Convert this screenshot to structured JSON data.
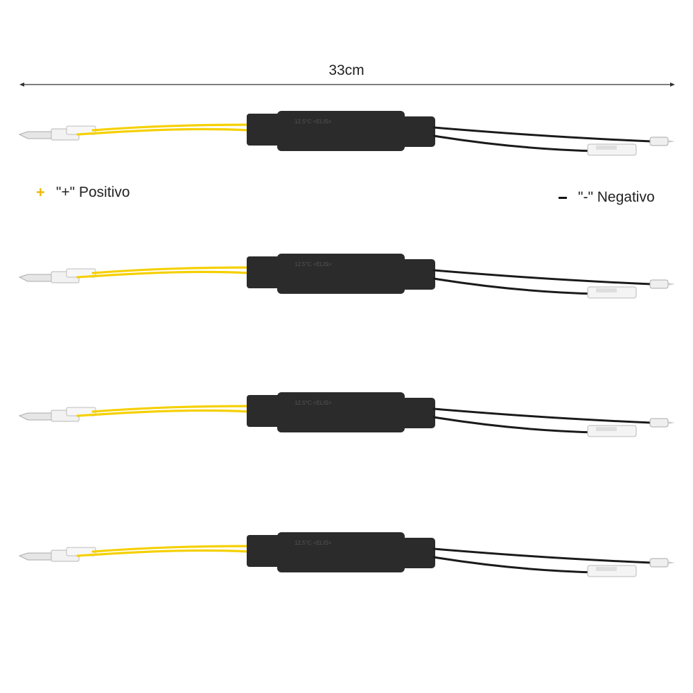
{
  "dimension": {
    "label": "33cm"
  },
  "legend": {
    "positive_label": "\"+\" Positivo",
    "negative_label": "\"-\" Negativo"
  },
  "colors": {
    "positive_wire": "#f5d000",
    "negative_wire": "#1a1a1a",
    "body": "#2b2b2b",
    "positive_accent": "#f0b800"
  },
  "resistors": [
    {
      "id": "resistor-1"
    },
    {
      "id": "resistor-2"
    },
    {
      "id": "resistor-3"
    },
    {
      "id": "resistor-4"
    }
  ]
}
